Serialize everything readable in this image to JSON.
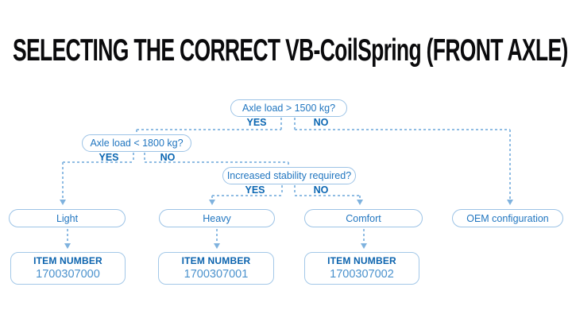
{
  "title": "SELECTING THE CORRECT VB-CoilSpring (FRONT AXLE)",
  "colors": {
    "title_text": "#0a0a0c",
    "node_border": "#9cc3e6",
    "node_text": "#2176c0",
    "branch_label_text": "#0a66b2",
    "connector_line": "#8fbce3",
    "arrow_fill": "#7fb2de",
    "item_label_text": "#0b63ae",
    "item_number_text": "#4b92cd",
    "background": "#ffffff"
  },
  "flowchart": {
    "decisions": [
      {
        "question": "Axle load > 1500 kg?",
        "yes_label": "YES",
        "no_label": "NO"
      },
      {
        "question": "Axle load < 1800 kg?",
        "yes_label": "YES",
        "no_label": "NO"
      },
      {
        "question": "Increased stability required?",
        "yes_label": "YES",
        "no_label": "NO"
      }
    ],
    "outcomes": [
      {
        "label": "Light",
        "item_label": "ITEM NUMBER",
        "item_number": "1700307000"
      },
      {
        "label": "Heavy",
        "item_label": "ITEM NUMBER",
        "item_number": "1700307001"
      },
      {
        "label": "Comfort",
        "item_label": "ITEM NUMBER",
        "item_number": "1700307002"
      },
      {
        "label": "OEM configuration"
      }
    ]
  }
}
